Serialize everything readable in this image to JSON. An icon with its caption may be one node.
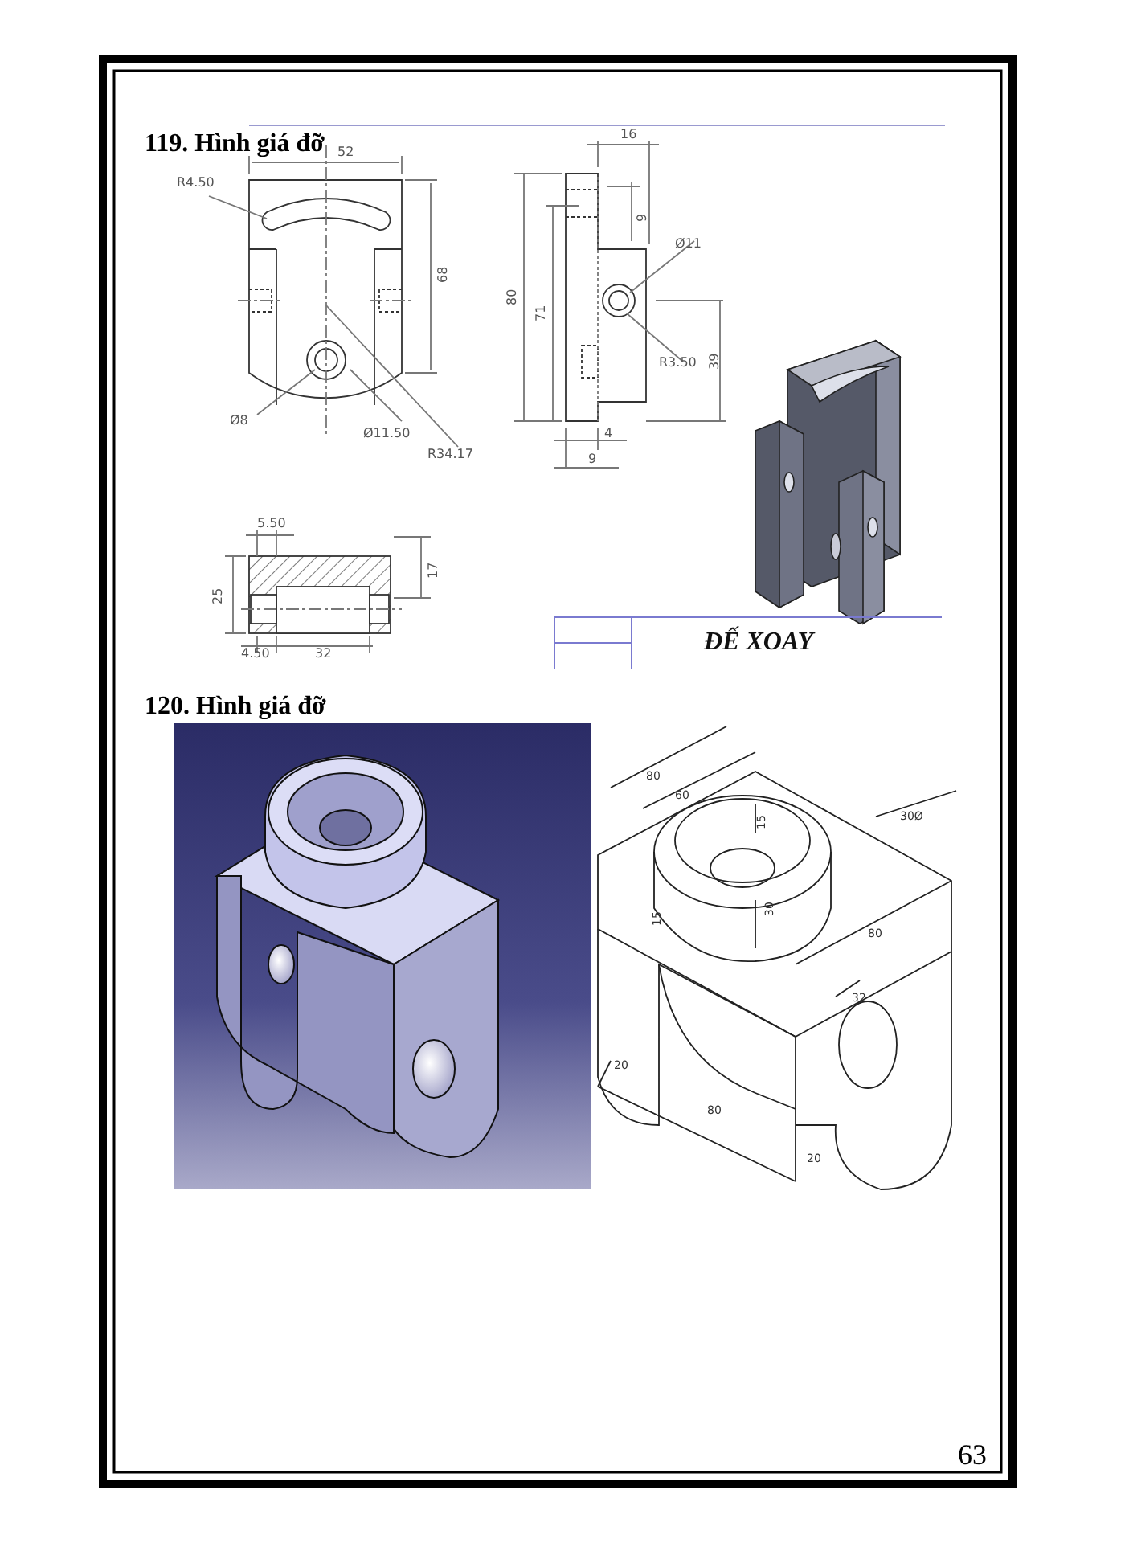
{
  "diagram": {
    "labels": [
      "119. Hình giá đỡ",
      "52",
      "R4.50",
      "68",
      "Ø8",
      "Ø11.50",
      "R34.17",
      "16",
      "9",
      "80",
      "71",
      "Ø11",
      "R3.50",
      "39",
      "4",
      "9",
      "5.50",
      "25",
      "17",
      "4.50",
      "32",
      "ĐẾ XOAY",
      "120. Hình giá đỡ",
      "80",
      "60",
      "15",
      "30Ø",
      "15",
      "30",
      "80",
      "32",
      "20",
      "80",
      "20",
      "63"
    ]
  }
}
